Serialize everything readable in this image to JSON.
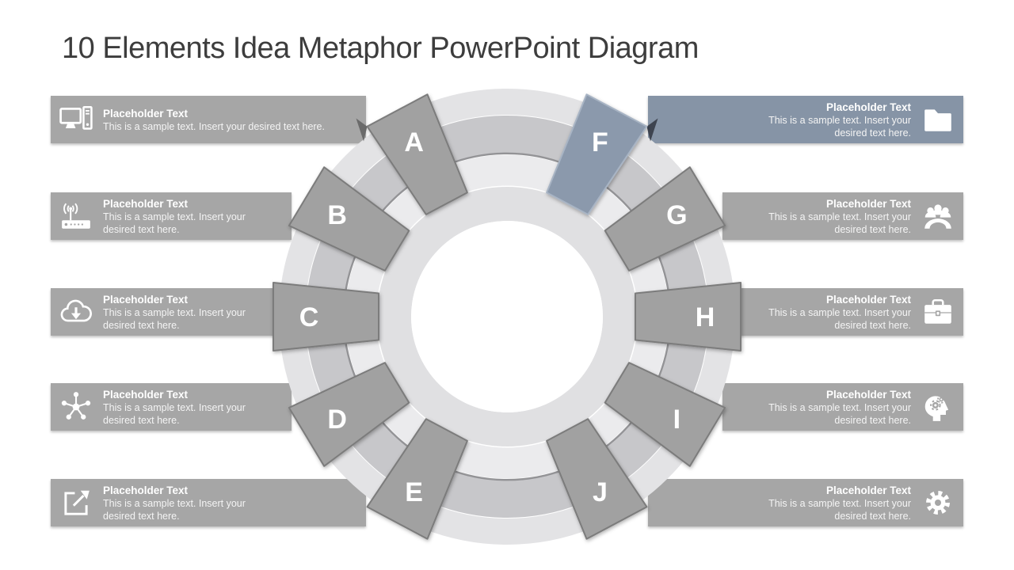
{
  "title": "10 Elements Idea Metaphor PowerPoint Diagram",
  "items": [
    {
      "letter": "A",
      "side": "left",
      "row": 1,
      "icon": "computer-icon",
      "heading": "Placeholder Text",
      "body": "This is a sample text. Insert your desired text here.",
      "highlighted": false
    },
    {
      "letter": "B",
      "side": "left",
      "row": 2,
      "icon": "wireless-router-icon",
      "heading": "Placeholder Text",
      "body": "This is a sample text. Insert your desired text here.",
      "highlighted": false
    },
    {
      "letter": "C",
      "side": "left",
      "row": 3,
      "icon": "cloud-download-icon",
      "heading": "Placeholder Text",
      "body": "This is a sample text. Insert your desired text here.",
      "highlighted": false
    },
    {
      "letter": "D",
      "side": "left",
      "row": 4,
      "icon": "network-hub-icon",
      "heading": "Placeholder Text",
      "body": "This is a sample text. Insert your desired text here.",
      "highlighted": false
    },
    {
      "letter": "E",
      "side": "left",
      "row": 5,
      "icon": "share-export-icon",
      "heading": "Placeholder Text",
      "body": "This is a sample text. Insert your desired text here.",
      "highlighted": false
    },
    {
      "letter": "F",
      "side": "right",
      "row": 1,
      "icon": "folder-icon",
      "heading": "Placeholder Text",
      "body": "This is a sample text. Insert your desired text here.",
      "highlighted": true
    },
    {
      "letter": "G",
      "side": "right",
      "row": 2,
      "icon": "meeting-people-icon",
      "heading": "Placeholder Text",
      "body": "This is a sample text. Insert your desired text here.",
      "highlighted": false
    },
    {
      "letter": "H",
      "side": "right",
      "row": 3,
      "icon": "briefcase-icon",
      "heading": "Placeholder Text",
      "body": "This is a sample text. Insert your desired text here.",
      "highlighted": false
    },
    {
      "letter": "I",
      "side": "right",
      "row": 4,
      "icon": "head-gears-icon",
      "heading": "Placeholder Text",
      "body": "This is a sample text. Insert your desired text here.",
      "highlighted": false
    },
    {
      "letter": "J",
      "side": "right",
      "row": 5,
      "icon": "gear-icon",
      "heading": "Placeholder Text",
      "body": "This is a sample text. Insert your desired text here.",
      "highlighted": false
    }
  ],
  "colors": {
    "background": "#ffffff",
    "title_text": "#3d3d3d",
    "bar_gray": "#a6a6a6",
    "bar_highlight": "#8694a6",
    "bar_text": "#ffffff",
    "tab_gray": "#a1a1a1",
    "tab_border": "#7b7b7b",
    "tab_highlight": "#8b99ac",
    "ring_outer": "#e3e3e5",
    "ring_second": "#c7c7ca",
    "ring_dark_line": "#939396",
    "ring_third": "#ebebed",
    "ring_inner": "#e0e0e2",
    "center": "#ffffff"
  }
}
